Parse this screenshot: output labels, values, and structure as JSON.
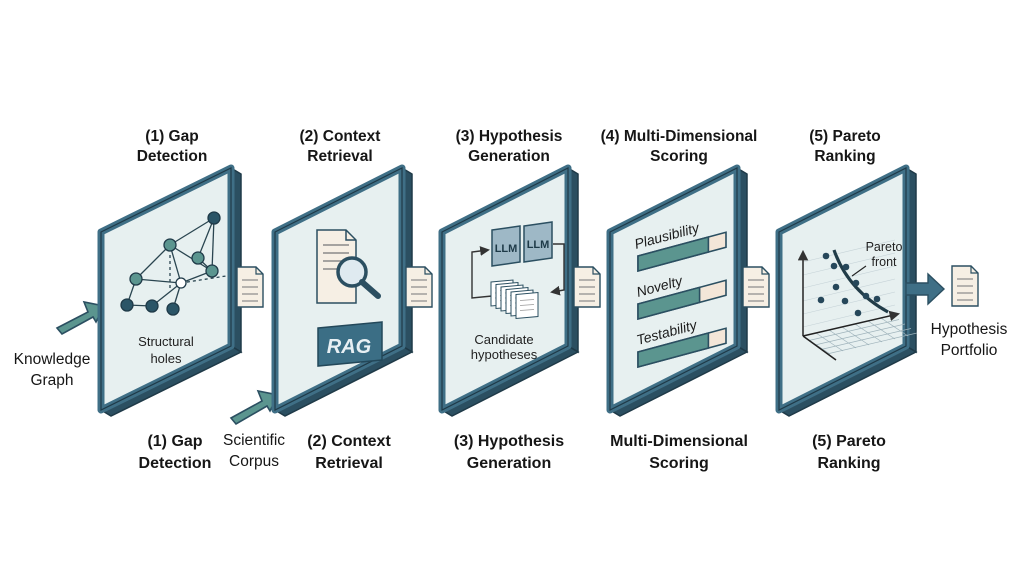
{
  "stages": [
    {
      "top_title": "(1) Gap\nDetection",
      "bottom_title": "(1) Gap\nDetection"
    },
    {
      "top_title": "(2) Context\nRetrieval",
      "bottom_title": "(2) Context\nRetrieval"
    },
    {
      "top_title": "(3) Hypothesis\nGeneration",
      "bottom_title": "(3) Hypothesis\nGeneration"
    },
    {
      "top_title": "(4) Multi-Dimensional\nScoring",
      "bottom_title": "Multi-Dimensional\nScoring"
    },
    {
      "top_title": "(5) Pareto\nRanking",
      "bottom_title": "(5) Pareto\nRanking"
    }
  ],
  "inputs": {
    "knowledge_graph": "Knowledge\nGraph",
    "scientific_corpus": "Scientific\nCorpus"
  },
  "output": {
    "label": "Hypothesis\nPortfolio"
  },
  "panel1": {
    "caption_line1": "Structural",
    "caption_line2": "holes"
  },
  "panel2": {
    "rag_label": "RAG"
  },
  "panel3": {
    "llm_label": "LLM",
    "caption_line1": "Candidate",
    "caption_line2": "hypotheses"
  },
  "panel4": {
    "bars": [
      {
        "label": "Plausibility",
        "value": 0.8
      },
      {
        "label": "Novelty",
        "value": 0.7
      },
      {
        "label": "Testability",
        "value": 0.8
      }
    ]
  },
  "panel5": {
    "front_line1": "Pareto",
    "front_line2": "front"
  },
  "colors": {
    "frame": "#3f6f86",
    "frame_dark": "#2b4f61",
    "panel": "#e7f0f0",
    "teal": "#5b958f",
    "teal_dark": "#3b6e68",
    "doc": "#f6efe4",
    "bar_empty": "#f3e6d8"
  }
}
